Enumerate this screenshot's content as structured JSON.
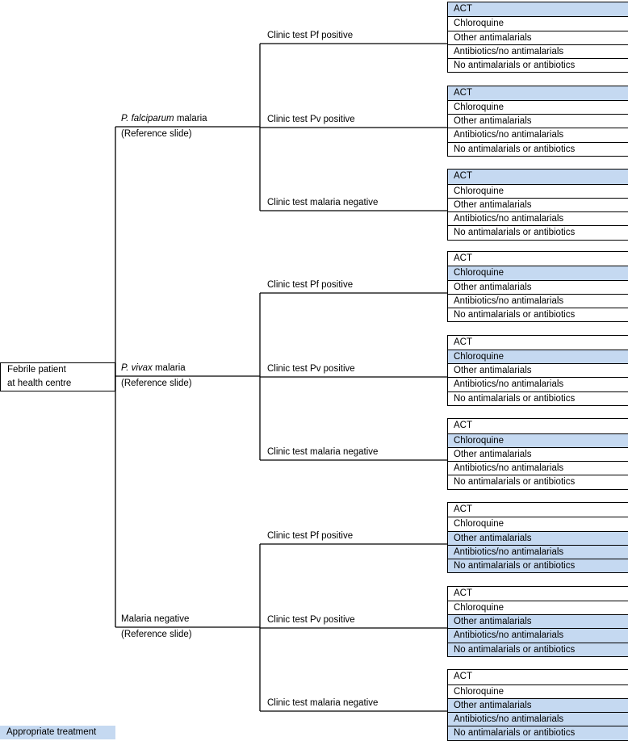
{
  "root": {
    "line1": "Febrile patient",
    "line2": "at health centre"
  },
  "reference_note": "(Reference slide)",
  "diagnoses": [
    {
      "italic": "P. falciparum",
      "suffix": " malaria"
    },
    {
      "italic": "P. vivax",
      "suffix": " malaria"
    },
    {
      "italic": "",
      "suffix": "Malaria negative"
    }
  ],
  "clinic_tests": [
    "Clinic test Pf positive",
    "Clinic test Pv positive",
    "Clinic test malaria negative"
  ],
  "treatments": [
    "ACT",
    "Chloroquine",
    "Other antimalarials",
    "Antibiotics/no antimalarials",
    "No antimalarials or antibiotics"
  ],
  "appropriate": [
    [
      [
        0
      ],
      [
        0
      ],
      [
        0
      ]
    ],
    [
      [
        1
      ],
      [
        1
      ],
      [
        1
      ]
    ],
    [
      [
        2,
        3,
        4
      ],
      [
        2,
        3,
        4
      ],
      [
        2,
        3,
        4
      ]
    ]
  ],
  "legend": {
    "label": "Appropriate treatment",
    "color": "#c5d9f1"
  },
  "colors": {
    "highlight": "#c5d9f1",
    "line": "#000000"
  }
}
